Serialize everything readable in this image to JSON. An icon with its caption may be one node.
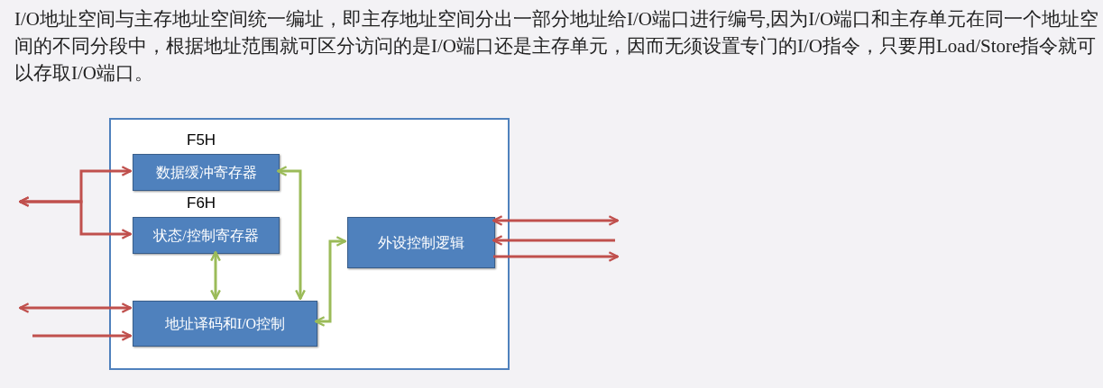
{
  "diagram": {
    "nodes": [
      {
        "text": [],
        "shape": "box"
      },
      {
        "text": [
          "数据缓冲寄存器"
        ],
        "beside": [
          "F5H"
        ],
        "in": 0
      },
      {
        "text": [
          "状态/控制寄存器"
        ],
        "beside": [
          "F6H"
        ],
        "in": 0
      },
      {
        "text": [
          "地址译码和I/O控制"
        ],
        "in": 0
      },
      {
        "text": [
          "外设控制逻辑"
        ],
        "in": 0
      }
    ],
    "edges": [
      {
        "from": null,
        "to": 1,
        "arrow": "both"
      },
      {
        "from": null,
        "to": 2,
        "arrow": "both"
      },
      {
        "from": null,
        "to": 3,
        "arrow": "both"
      },
      {
        "from": null,
        "to": 3,
        "arrow": "to"
      },
      {
        "from": 1,
        "to": 3,
        "arrow": "both",
        "color": "#9bbb59"
      },
      {
        "from": 2,
        "to": 3,
        "arrow": "both",
        "color": "#9bbb59"
      },
      {
        "from": 3,
        "to": 4,
        "arrow": "both",
        "color": "#9bbb59"
      },
      {
        "from": 4,
        "to": null,
        "arrow": "both"
      },
      {
        "from": null,
        "to": 4,
        "arrow": "to"
      },
      {
        "from": 4,
        "to": null,
        "arrow": "to"
      }
    ],
    "labels": [
      "I/O地址空间与主存地址空间统一编址，即主存地址空间分出一部分地址给I/O端口进行编号,因为I/O端口和主存单元在同一个地址空间的不同分段中，根据地址范围就可区分访问的是I/O端口还是主存单元，因而无须设置专门的I/O指令，只要用Load/Store指令就可以存取I/O端口。"
    ]
  }
}
